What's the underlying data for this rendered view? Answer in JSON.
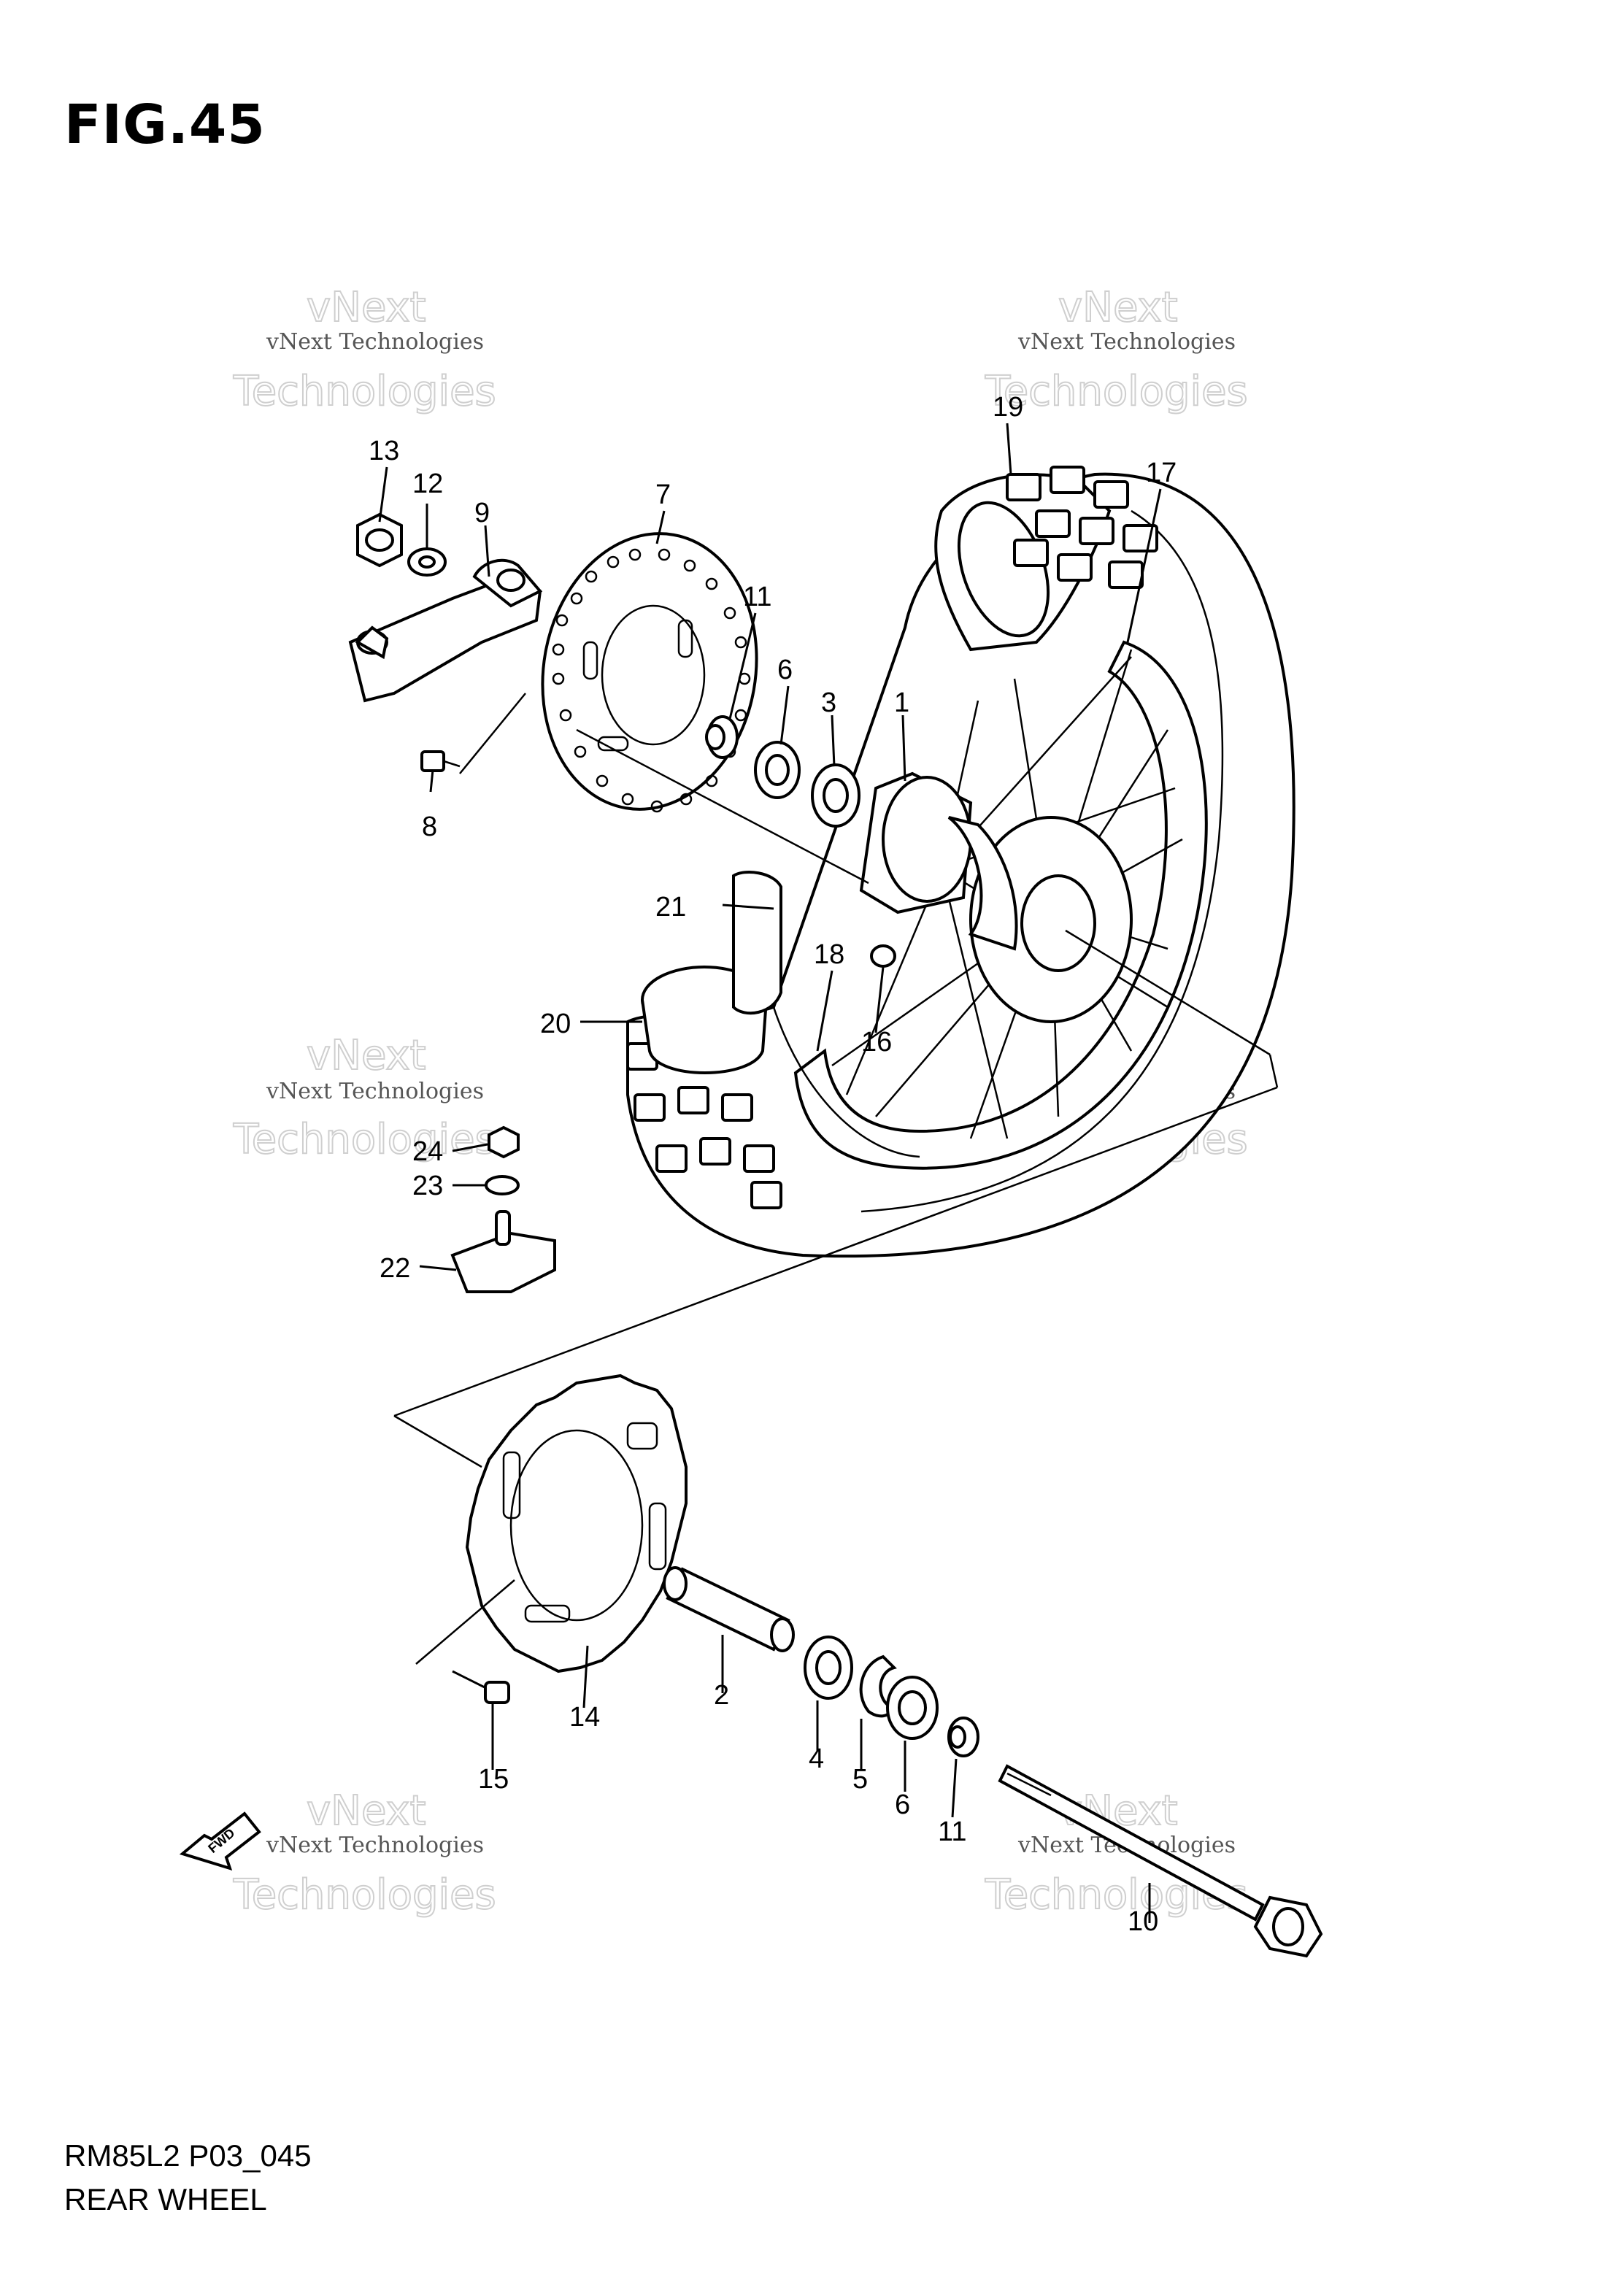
{
  "figure": "FIG.45",
  "diagram_code": "RM85L2 P03_045",
  "diagram_name": "REAR WHEEL",
  "fwd_label": "FWD",
  "watermark": {
    "line1": "vNext Technologies",
    "line2": "vNext",
    "line3": "Technologies"
  },
  "callouts": [
    "1",
    "2",
    "3",
    "4",
    "5",
    "6",
    "6",
    "7",
    "8",
    "9",
    "10",
    "11",
    "11",
    "11",
    "12",
    "13",
    "14",
    "15",
    "16",
    "17",
    "18",
    "19",
    "20",
    "21",
    "22",
    "23",
    "24"
  ]
}
